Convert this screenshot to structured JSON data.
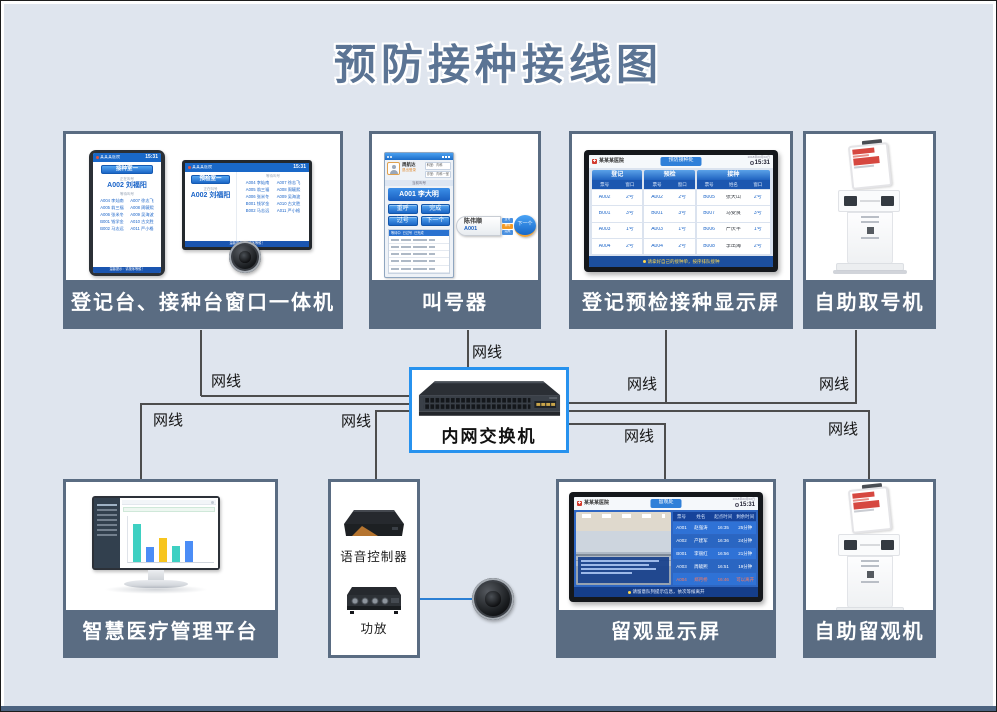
{
  "title": "预防接种接线图",
  "cable_label": "网线",
  "colors": {
    "background": "#dfe5ee",
    "box_slate": "#5a6c82",
    "switch_border": "#2792ee",
    "screen_blue": "#1a64c8"
  },
  "switch": {
    "label": "内网交换机"
  },
  "common": {
    "hospital": "某某某医院",
    "time": "15:31",
    "date": "2018年03月02日",
    "now_label": "正在叫号",
    "wait_label": "等待叫号"
  },
  "box1": {
    "label": "登记台、接种台窗口一体机",
    "portrait": {
      "room": "接种室一",
      "now": "A002 刘福阳"
    },
    "landscape": {
      "room": "预检室一",
      "now": "A002 刘福阳"
    },
    "wait_left": [
      "A004 李灿南",
      "A005 翁三福",
      "A006 张米冬",
      "B001 钱学金",
      "B002 马志远"
    ],
    "wait_right": [
      "A007 徐志飞",
      "A008 周毓熙",
      "A009 吴海波",
      "A010 古文胜",
      "A011 严小格"
    ],
    "footer_tip": "温馨提示：请按序等候！"
  },
  "box2": {
    "label": "叫号器",
    "window": {
      "user": "周航达",
      "logout": "退出登录",
      "dept": "科室：内科",
      "room": "诊室：内科一室",
      "banner": "当前叫号",
      "current": "A001 李大明",
      "btn_recall": "重呼",
      "btn_done": "完成",
      "btn_skip": "过号",
      "btn_next": "下一个",
      "tab_waiting": "等待中",
      "tab_passed": "已过号",
      "tab_done": "已完成"
    },
    "widget": {
      "name": "陈伟顺",
      "num": "A001",
      "next": "下一个"
    }
  },
  "box3": {
    "label": "登记预检接种显示屏",
    "dept": "预防接种处",
    "reg": {
      "title": "登记",
      "h1": "票号",
      "h2": "窗口",
      "rows": [
        [
          "A002",
          "2号"
        ],
        [
          "B001",
          "3号"
        ],
        [
          "A003",
          "1号"
        ],
        [
          "A004",
          "2号"
        ]
      ]
    },
    "pre": {
      "title": "预检",
      "h1": "票号",
      "h2": "窗口",
      "rows": [
        [
          "A002",
          "2号"
        ],
        [
          "B001",
          "3号"
        ],
        [
          "A003",
          "1号"
        ],
        [
          "A004",
          "2号"
        ]
      ]
    },
    "vac": {
      "title": "接种",
      "h1": "票号",
      "h2": "姓名",
      "h3": "窗口",
      "rows": [
        [
          "B005",
          "张大山",
          "2号"
        ],
        [
          "B007",
          "马受良",
          "3号"
        ],
        [
          "B006",
          "严庆丰",
          "1号"
        ],
        [
          "B008",
          "李出海",
          "2号"
        ]
      ]
    },
    "footer": "请拿好自己的接种单，按序排队接种"
  },
  "box4": {
    "label": "自助取号机"
  },
  "box5": {
    "label": "智慧医疗管理平台"
  },
  "box6": {
    "device1": "语音控制器",
    "device2": "功放"
  },
  "box7": {
    "label": "留观显示屏",
    "dept": "留观处",
    "headers": [
      "票号",
      "姓名",
      "起点时间",
      "剩余时间"
    ],
    "rows": [
      [
        "A001",
        "赵强涛",
        "16:35",
        "25分钟"
      ],
      [
        "A002",
        "产建军",
        "16:36",
        "24分钟"
      ],
      [
        "B001",
        "李丽红",
        "16:56",
        "21分钟"
      ],
      [
        "A003",
        "周毓熙",
        "16:51",
        "19分钟"
      ],
      [
        "A004",
        "郑月桥",
        "16:46",
        "可以离开"
      ]
    ],
    "footer": "请留意队列提示信息，依次等候离开"
  },
  "box8": {
    "label": "自助留观机"
  }
}
